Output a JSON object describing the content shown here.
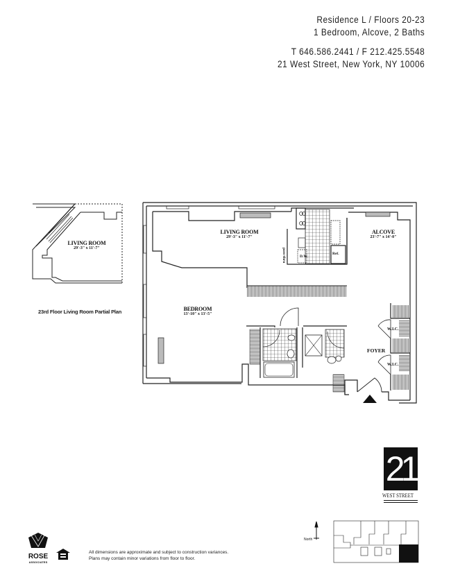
{
  "header": {
    "residence": "Residence L   /   Floors 20-23",
    "layout": "1  Bedroom, Alcove, 2 Baths",
    "phone_fax": "T 646.586.2441  /   F 212.425.5548",
    "address": "21 West Street, New York, NY 10006"
  },
  "partial_plan": {
    "room_name": "LIVING ROOM",
    "room_dims": "29'-3\" x 11'-7\"",
    "caption": "23rd Floor Living Room Partial Plan"
  },
  "rooms": {
    "living_room": {
      "name": "LIVING ROOM",
      "dims": "29'-3\" x 11'-7\""
    },
    "alcove": {
      "name": "ALCOVE",
      "dims": "23'-7\" x 14'-0\""
    },
    "bedroom": {
      "name": "BEDROOM",
      "dims": "13'-10\" x 13'-5\""
    },
    "foyer": {
      "name": "FOYER"
    }
  },
  "fixtures": {
    "pass_thru": "pass-thru",
    "dishwasher": "D.W.",
    "refrigerator": "Ref.",
    "wic_1": "W.I.C.",
    "wic_2": "W.I.C."
  },
  "branding": {
    "building_number": "21",
    "building_name": "WEST STREET",
    "developer_name": "ROSE",
    "developer_sub": "ASSOCIATES",
    "equal_housing_icon": "equal-housing-icon"
  },
  "key_plan": {
    "north_label": "North"
  },
  "disclaimer": {
    "line1": "All dimensions are approximate and subject to construction variances.",
    "line2": "Plans may contain minor variations from floor to floor."
  }
}
